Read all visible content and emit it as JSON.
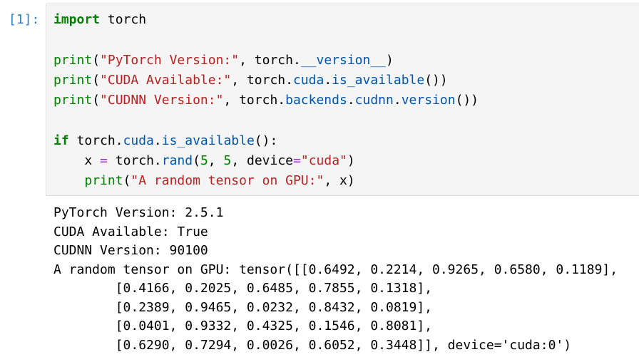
{
  "cell": {
    "prompt": "[1]:",
    "code": {
      "line1": {
        "kw": "import",
        "rest": " torch"
      },
      "line3": {
        "fn": "print",
        "p1": "(",
        "s": "\"PyTorch Version:\"",
        "p2": ", torch.",
        "a": "__version__",
        "p3": ")"
      },
      "line4": {
        "fn": "print",
        "p1": "(",
        "s": "\"CUDA Available:\"",
        "p2": ", torch.",
        "a1": "cuda",
        "d": ".",
        "a2": "is_available",
        "p3": "())"
      },
      "line5": {
        "fn": "print",
        "p1": "(",
        "s": "\"CUDNN Version:\"",
        "p2": ", torch.",
        "a1": "backends",
        "d1": ".",
        "a2": "cudnn",
        "d2": ".",
        "a3": "version",
        "p3": "())"
      },
      "line7": {
        "kw": "if",
        "p1": " torch.",
        "a1": "cuda",
        "d": ".",
        "a2": "is_available",
        "p2": "():"
      },
      "line8": {
        "indent": "    ",
        "v": "x ",
        "op": "=",
        "p1": " torch.",
        "a": "rand",
        "p2": "(",
        "n1": "5",
        "c": ", ",
        "n2": "5",
        "p3": ", device",
        "op2": "=",
        "s": "\"cuda\"",
        "p4": ")"
      },
      "line9": {
        "indent": "    ",
        "fn": "print",
        "p1": "(",
        "s": "\"A random tensor on GPU:\"",
        "p2": ", x)"
      }
    },
    "output": [
      "PyTorch Version: 2.5.1",
      "CUDA Available: True",
      "CUDNN Version: 90100",
      "A random tensor on GPU: tensor([[0.6492, 0.2214, 0.9265, 0.6580, 0.1189],",
      "        [0.4166, 0.2025, 0.6485, 0.7855, 0.1318],",
      "        [0.2389, 0.9465, 0.0232, 0.8432, 0.0819],",
      "        [0.0401, 0.9332, 0.4325, 0.1546, 0.8081],",
      "        [0.6290, 0.7294, 0.0026, 0.6052, 0.3448]], device='cuda:0')"
    ]
  }
}
